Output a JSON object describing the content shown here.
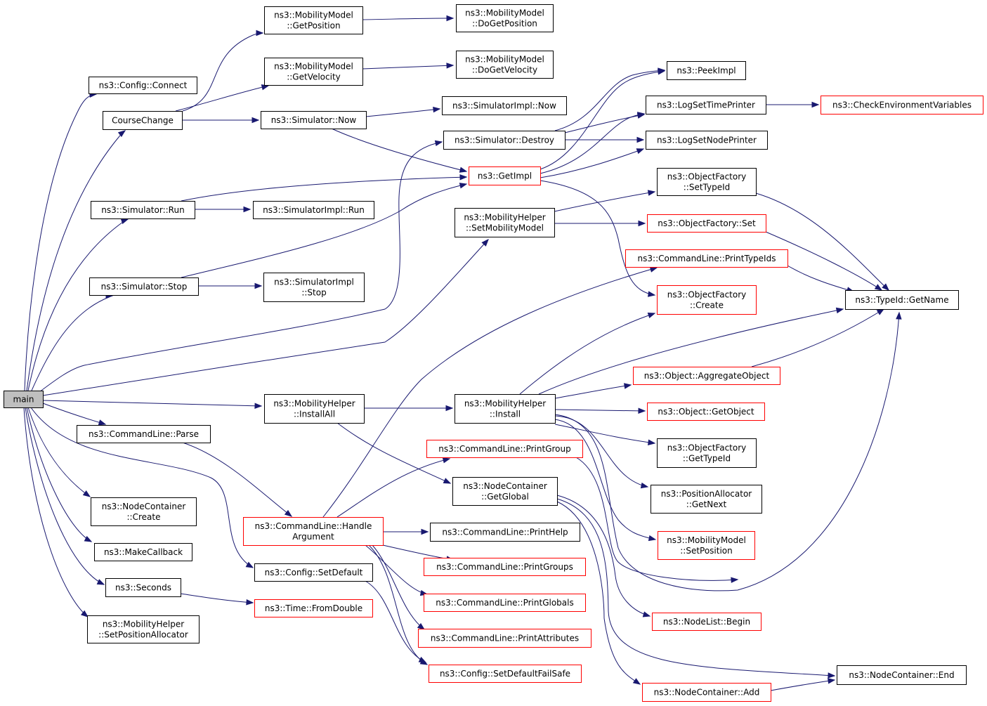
{
  "colors": {
    "edge": "#191970",
    "border": "#000000",
    "border_incomplete": "#ff0000",
    "root_fill": "#bfbfbf"
  },
  "nodes": [
    {
      "id": "main",
      "lines": [
        "main"
      ],
      "root": true,
      "interactable": false
    },
    {
      "id": "config-connect",
      "lines": [
        "ns3::Config::Connect"
      ]
    },
    {
      "id": "course-change",
      "lines": [
        "CourseChange"
      ]
    },
    {
      "id": "mm-get-position",
      "lines": [
        "ns3::MobilityModel",
        "::GetPosition"
      ]
    },
    {
      "id": "mm-do-get-position",
      "lines": [
        "ns3::MobilityModel",
        "::DoGetPosition"
      ]
    },
    {
      "id": "mm-get-velocity",
      "lines": [
        "ns3::MobilityModel",
        "::GetVelocity"
      ]
    },
    {
      "id": "mm-do-get-velocity",
      "lines": [
        "ns3::MobilityModel",
        "::DoGetVelocity"
      ]
    },
    {
      "id": "sim-now",
      "lines": [
        "ns3::Simulator::Now"
      ]
    },
    {
      "id": "simimpl-now",
      "lines": [
        "ns3::SimulatorImpl::Now"
      ]
    },
    {
      "id": "sim-destroy",
      "lines": [
        "ns3::Simulator::Destroy"
      ]
    },
    {
      "id": "peek-impl",
      "lines": [
        "ns3::PeekImpl"
      ]
    },
    {
      "id": "log-set-time-printer",
      "lines": [
        "ns3::LogSetTimePrinter"
      ]
    },
    {
      "id": "check-env-vars",
      "lines": [
        "ns3::CheckEnvironmentVariables"
      ],
      "red": true
    },
    {
      "id": "log-set-node-printer",
      "lines": [
        "ns3::LogSetNodePrinter"
      ]
    },
    {
      "id": "get-impl",
      "lines": [
        "ns3::GetImpl"
      ],
      "red": true
    },
    {
      "id": "of-set-type-id",
      "lines": [
        "ns3::ObjectFactory",
        "::SetTypeId"
      ]
    },
    {
      "id": "sim-run",
      "lines": [
        "ns3::Simulator::Run"
      ]
    },
    {
      "id": "simimpl-run",
      "lines": [
        "ns3::SimulatorImpl::Run"
      ]
    },
    {
      "id": "mh-set-mobility-model",
      "lines": [
        "ns3::MobilityHelper",
        "::SetMobilityModel"
      ]
    },
    {
      "id": "of-set",
      "lines": [
        "ns3::ObjectFactory::Set"
      ],
      "red": true
    },
    {
      "id": "cl-print-type-ids",
      "lines": [
        "ns3::CommandLine::PrintTypeIds"
      ],
      "red": true
    },
    {
      "id": "sim-stop",
      "lines": [
        "ns3::Simulator::Stop"
      ]
    },
    {
      "id": "simimpl-stop",
      "lines": [
        "ns3::SimulatorImpl",
        "::Stop"
      ]
    },
    {
      "id": "of-create",
      "lines": [
        "ns3::ObjectFactory",
        "::Create"
      ],
      "red": true
    },
    {
      "id": "typeid-get-name",
      "lines": [
        "ns3::TypeId::GetName"
      ]
    },
    {
      "id": "obj-aggregate-object",
      "lines": [
        "ns3::Object::AggregateObject"
      ],
      "red": true
    },
    {
      "id": "mh-install-all",
      "lines": [
        "ns3::MobilityHelper",
        "::InstallAll"
      ]
    },
    {
      "id": "mh-install",
      "lines": [
        "ns3::MobilityHelper",
        "::Install"
      ]
    },
    {
      "id": "obj-get-object",
      "lines": [
        "ns3::Object::GetObject"
      ],
      "red": true
    },
    {
      "id": "cl-parse",
      "lines": [
        "ns3::CommandLine::Parse"
      ]
    },
    {
      "id": "cl-print-group",
      "lines": [
        "ns3::CommandLine::PrintGroup"
      ],
      "red": true
    },
    {
      "id": "of-get-type-id",
      "lines": [
        "ns3::ObjectFactory",
        "::GetTypeId"
      ]
    },
    {
      "id": "nc-get-global",
      "lines": [
        "ns3::NodeContainer",
        "::GetGlobal"
      ]
    },
    {
      "id": "pa-get-next",
      "lines": [
        "ns3::PositionAllocator",
        "::GetNext"
      ]
    },
    {
      "id": "nc-create",
      "lines": [
        "ns3::NodeContainer",
        "::Create"
      ]
    },
    {
      "id": "cl-handle-argument",
      "lines": [
        "ns3::CommandLine::Handle",
        "Argument"
      ],
      "red": true
    },
    {
      "id": "cl-print-help",
      "lines": [
        "ns3::CommandLine::PrintHelp"
      ]
    },
    {
      "id": "mm-set-position",
      "lines": [
        "ns3::MobilityModel",
        "::SetPosition"
      ],
      "red": true
    },
    {
      "id": "make-callback",
      "lines": [
        "ns3::MakeCallback"
      ]
    },
    {
      "id": "cl-print-groups",
      "lines": [
        "ns3::CommandLine::PrintGroups"
      ],
      "red": true
    },
    {
      "id": "config-set-default",
      "lines": [
        "ns3::Config::SetDefault"
      ]
    },
    {
      "id": "seconds",
      "lines": [
        "ns3::Seconds"
      ]
    },
    {
      "id": "cl-print-globals",
      "lines": [
        "ns3::CommandLine::PrintGlobals"
      ],
      "red": true
    },
    {
      "id": "time-from-double",
      "lines": [
        "ns3::Time::FromDouble"
      ],
      "red": true
    },
    {
      "id": "nl-begin",
      "lines": [
        "ns3::NodeList::Begin"
      ],
      "red": true
    },
    {
      "id": "mh-set-position-allocator",
      "lines": [
        "ns3::MobilityHelper",
        "::SetPositionAllocator"
      ]
    },
    {
      "id": "cl-print-attributes",
      "lines": [
        "ns3::CommandLine::PrintAttributes"
      ],
      "red": true
    },
    {
      "id": "config-set-default-fail-safe",
      "lines": [
        "ns3::Config::SetDefaultFailSafe"
      ],
      "red": true
    },
    {
      "id": "nc-end",
      "lines": [
        "ns3::NodeContainer::End"
      ]
    },
    {
      "id": "nc-add",
      "lines": [
        "ns3::NodeContainer::Add"
      ],
      "red": true
    }
  ]
}
